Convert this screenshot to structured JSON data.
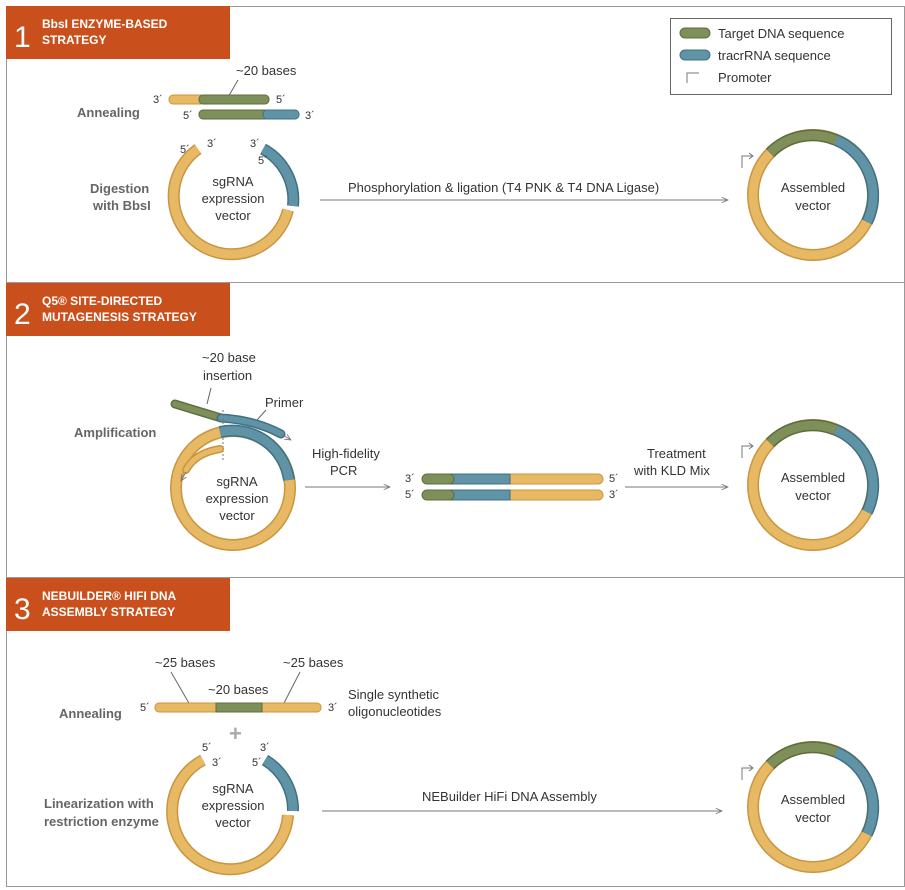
{
  "colors": {
    "header_bg": "#c9501c",
    "yellow": "#e8b964",
    "yellow_dark": "#c9953f",
    "green": "#7e8f5a",
    "green_dark": "#5d6d3f",
    "blue": "#5f93a5",
    "blue_dark": "#3f7183",
    "grey_plus": "#aaaaaa"
  },
  "legend": {
    "target": "Target DNA sequence",
    "tracr": "tracrRNA sequence",
    "promoter": "Promoter"
  },
  "sections": [
    {
      "number": "1",
      "title_line1": "BbsI ENZYME-BASED",
      "title_line2": "STRATEGY",
      "step_annealing": "Annealing",
      "step_digest_1": "Digestion",
      "step_digest_2": "with BbsI",
      "bases_label": "~20 bases",
      "prime3": "3´",
      "prime5": "5´",
      "vector_1": "sgRNA",
      "vector_2": "expression",
      "vector_3": "vector",
      "process": "Phosphorylation & ligation (T4 PNK & T4 DNA Ligase)",
      "assembled_1": "Assembled",
      "assembled_2": "vector"
    },
    {
      "number": "2",
      "title_line1": "Q5® SITE-DIRECTED",
      "title_line2": "MUTAGENESIS STRATEGY",
      "step_amplification": "Amplification",
      "insertion_1": "~20 base",
      "insertion_2": "insertion",
      "primer": "Primer",
      "vector_1": "sgRNA",
      "vector_2": "expression",
      "vector_3": "vector",
      "pcr_1": "High-fidelity",
      "pcr_2": "PCR",
      "prime3": "3´",
      "prime5": "5´",
      "treatment_1": "Treatment",
      "treatment_2": "with KLD Mix",
      "assembled_1": "Assembled",
      "assembled_2": "vector"
    },
    {
      "number": "3",
      "title_line1": "NEBUILDER® HIFI DNA",
      "title_line2": "ASSEMBLY STRATEGY",
      "step_annealing": "Annealing",
      "step_linear_1": "Linearization with",
      "step_linear_2": "restriction enzyme",
      "bases25_left": "~25 bases",
      "bases25_right": "~25 bases",
      "bases20": "~20 bases",
      "oligo_1": "Single synthetic",
      "oligo_2": "oligonucleotides",
      "plus": "+",
      "prime3": "3´",
      "prime5": "5´",
      "vector_1": "sgRNA",
      "vector_2": "expression",
      "vector_3": "vector",
      "process": "NEBuilder HiFi DNA Assembly",
      "assembled_1": "Assembled",
      "assembled_2": "vector"
    }
  ]
}
